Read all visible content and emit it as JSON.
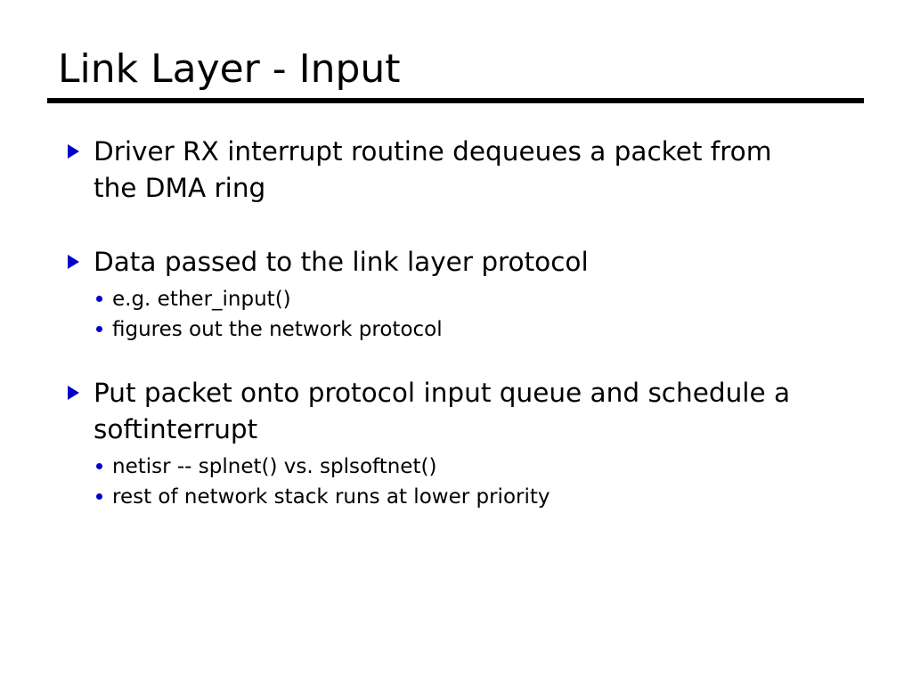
{
  "slide": {
    "title": "Link Layer - Input",
    "background_color": "#ffffff",
    "text_color": "#000000",
    "marker_color": "#0000cc",
    "rule_color": "#000000",
    "bullets": [
      {
        "level1": "Driver RX interrupt routine dequeues a packet from the DMA ring",
        "marker": "triangle-right-icon",
        "sub": []
      },
      {
        "level1": "Data passed to the link layer protocol",
        "marker": "triangle-right-icon",
        "sub": [
          "e.g. ether_input()",
          "figures out the network protocol"
        ]
      },
      {
        "level1": "Put packet onto protocol input queue and schedule a softinterrupt",
        "marker": "triangle-right-icon",
        "sub": [
          "netisr -- splnet() vs. splsoftnet()",
          "rest of network stack runs at lower priority"
        ]
      }
    ]
  }
}
